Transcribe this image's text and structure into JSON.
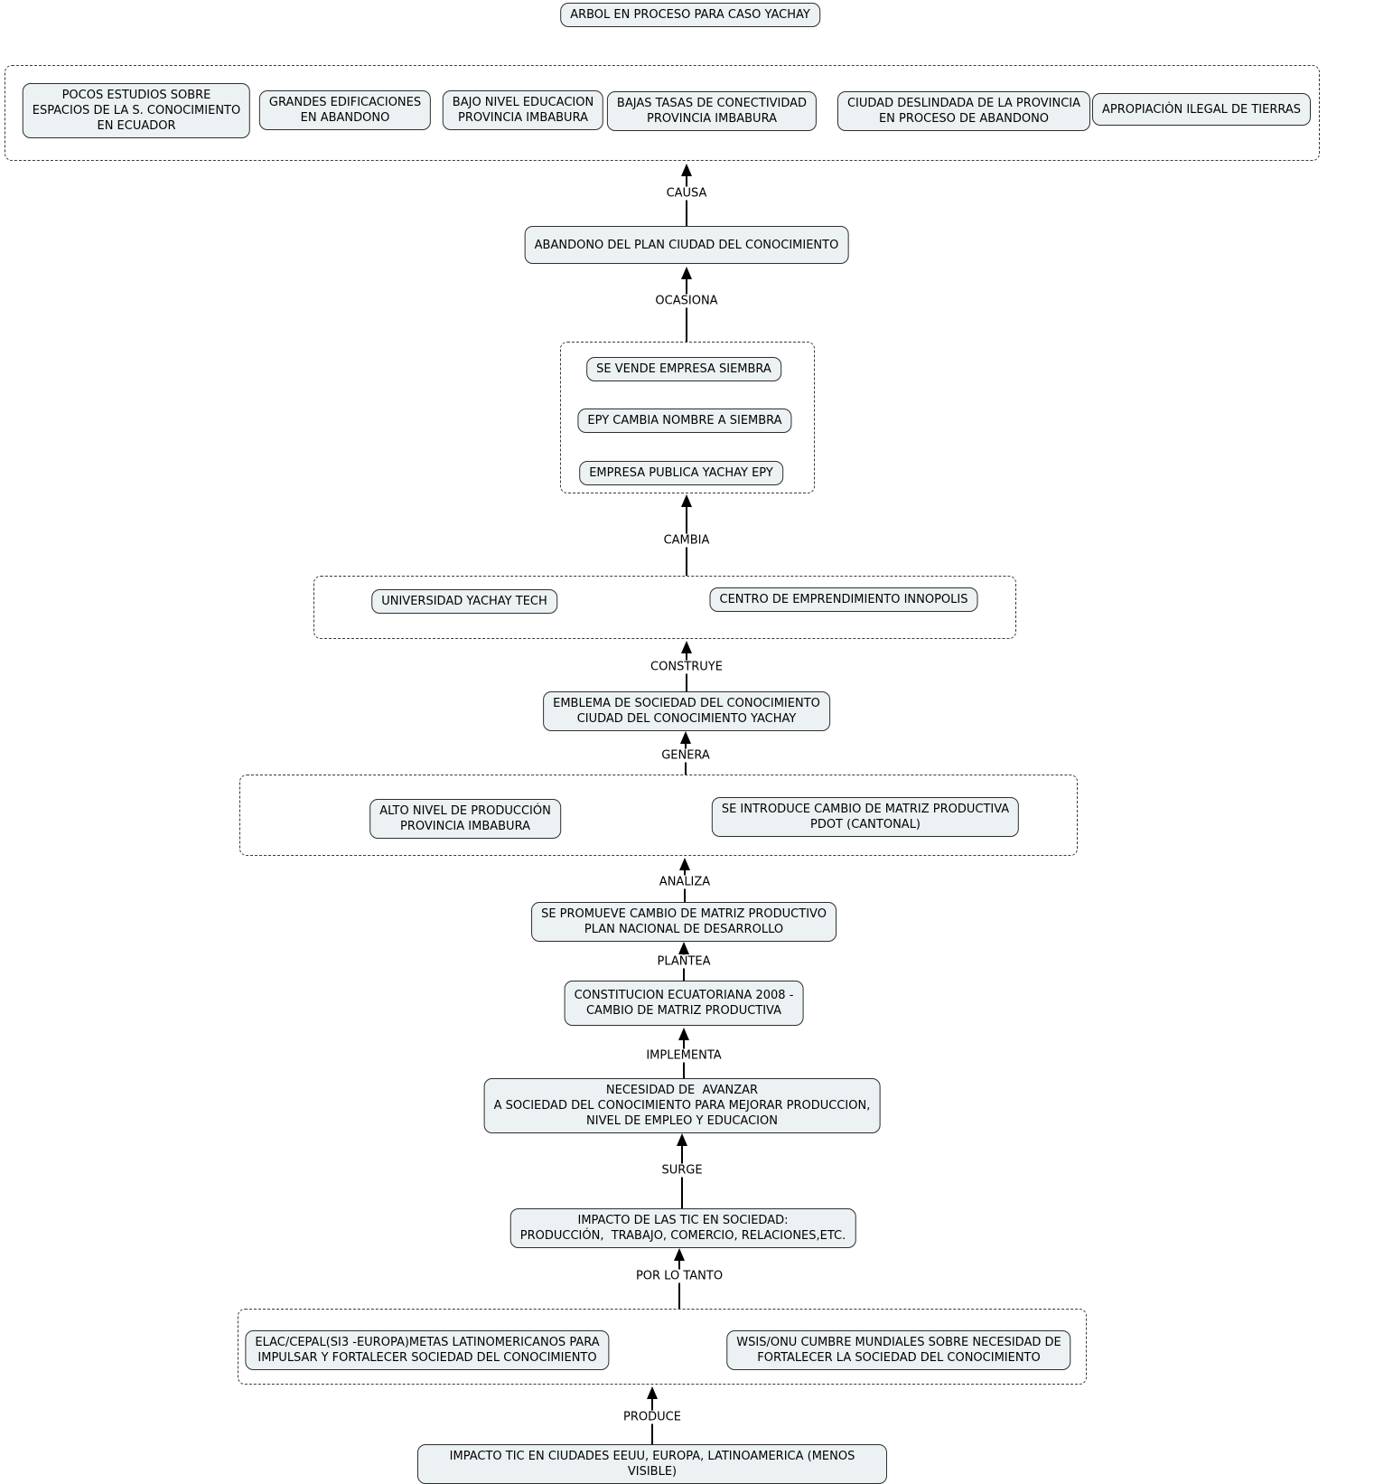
{
  "title": "ARBOL EN PROCESO PARA CASO YACHAY",
  "colors": {
    "background": "#ffffff",
    "node_fill": "#ecf2f4",
    "node_border": "#2e2e2e",
    "arrow": "#000000"
  },
  "nodes": {
    "pocos_estudios": "POCOS ESTUDIOS SOBRE\nESPACIOS DE LA S. CONOCIMIENTO\nEN ECUADOR",
    "grandes_edificaciones": "GRANDES EDIFICACIONES\nEN ABANDONO",
    "bajo_nivel_educacion": "BAJO NIVEL EDUCACION\nPROVINCIA IMBABURA",
    "bajas_tasas_conectividad": "BAJAS TASAS DE CONECTIVIDAD\nPROVINCIA IMBABURA",
    "ciudad_deslindada": "CIUDAD DESLINDADA DE LA PROVINCIA\nEN PROCESO DE ABANDONO",
    "apropiacion_ilegal": "APROPIACIÒN ILEGAL DE TIERRAS",
    "abandono_plan": "ABANDONO DEL PLAN CIUDAD DEL CONOCIMIENTO",
    "se_vende_siembra": "SE VENDE EMPRESA SIEMBRA",
    "epy_cambia_nombre": "EPY CAMBIA NOMBRE A SIEMBRA",
    "empresa_publica_epy": "EMPRESA PUBLICA YACHAY EPY",
    "universidad_yachay_tech": "UNIVERSIDAD YACHAY TECH",
    "centro_innopolis": "CENTRO DE EMPRENDIMIENTO INNOPOLIS",
    "emblema_sociedad": "EMBLEMA DE SOCIEDAD DEL CONOCIMIENTO\nCIUDAD DEL CONOCIMIENTO YACHAY",
    "alto_nivel_produccion": "ALTO NIVEL DE PRODUCCIÓN\nPROVINCIA IMBABURA",
    "se_introduce_cambio": "SE INTRODUCE CAMBIO DE MATRIZ PRODUCTIVA\nPDOT (CANTONAL)",
    "se_promueve_cambio": "SE PROMUEVE CAMBIO DE MATRIZ PRODUCTIVO\nPLAN NACIONAL DE DESARROLLO",
    "constitucion_2008": "CONSTITUCION ECUATORIANA 2008 -\nCAMBIO DE MATRIZ PRODUCTIVA",
    "necesidad_avanzar": "NECESIDAD DE  AVANZAR\nA SOCIEDAD DEL CONOCIMIENTO PARA MEJORAR PRODUCCION,\nNIVEL DE EMPLEO Y EDUCACION",
    "impacto_tic_sociedad": "IMPACTO DE LAS TIC EN SOCIEDAD:\nPRODUCCIÓN,  TRABAJO, COMERCIO, RELACIONES,ETC.",
    "elac_cepal": "ELAC/CEPAL(SI3 -EUROPA)METAS LATINOMERICANOS PARA\nIMPULSAR Y FORTALECER SOCIEDAD DEL CONOCIMIENTO",
    "wsis_onu": "WSIS/ONU CUMBRE MUNDIALES SOBRE NECESIDAD DE\nFORTALECER LA SOCIEDAD DEL CONOCIMIENTO",
    "impacto_tic_ciudades": "IMPACTO TIC EN CIUDADES EEUU, EUROPA, LATINOAMERICA (MENOS VISIBLE)"
  },
  "edge_labels": {
    "causa": "CAUSA",
    "ocasiona": "OCASIONA",
    "cambia": "CAMBIA",
    "construye": "CONSTRUYE",
    "genera": "GENERA",
    "analiza": "ANALIZA",
    "plantea": "PLANTEA",
    "implementa": "IMPLEMENTA",
    "surge": "SURGE",
    "por_lo_tanto": "POR LO TANTO",
    "produce": "PRODUCE"
  },
  "structure": {
    "flow_direction": "bottom_to_top",
    "groups": {
      "causas": [
        "pocos_estudios",
        "grandes_edificaciones",
        "bajo_nivel_educacion",
        "bajas_tasas_conectividad",
        "ciudad_deslindada",
        "apropiacion_ilegal"
      ],
      "empresa": [
        "se_vende_siembra",
        "epy_cambia_nombre",
        "empresa_publica_epy"
      ],
      "instituciones": [
        "universidad_yachay_tech",
        "centro_innopolis"
      ],
      "resultados": [
        "alto_nivel_produccion",
        "se_introduce_cambio"
      ],
      "cumbres": [
        "elac_cepal",
        "wsis_onu"
      ]
    },
    "edges": [
      {
        "from": "impacto_tic_ciudades",
        "label": "PRODUCE",
        "to": "group:cumbres"
      },
      {
        "from": "group:cumbres",
        "label": "POR LO TANTO",
        "to": "impacto_tic_sociedad"
      },
      {
        "from": "impacto_tic_sociedad",
        "label": "SURGE",
        "to": "necesidad_avanzar"
      },
      {
        "from": "necesidad_avanzar",
        "label": "IMPLEMENTA",
        "to": "constitucion_2008"
      },
      {
        "from": "constitucion_2008",
        "label": "PLANTEA",
        "to": "se_promueve_cambio"
      },
      {
        "from": "se_promueve_cambio",
        "label": "ANALIZA",
        "to": "group:resultados"
      },
      {
        "from": "group:resultados",
        "label": "GENERA",
        "to": "emblema_sociedad"
      },
      {
        "from": "emblema_sociedad",
        "label": "CONSTRUYE",
        "to": "group:instituciones"
      },
      {
        "from": "group:instituciones",
        "label": "CAMBIA",
        "to": "group:empresa"
      },
      {
        "from": "group:empresa",
        "label": "OCASIONA",
        "to": "abandono_plan"
      },
      {
        "from": "abandono_plan",
        "label": "CAUSA",
        "to": "group:causas"
      }
    ]
  }
}
